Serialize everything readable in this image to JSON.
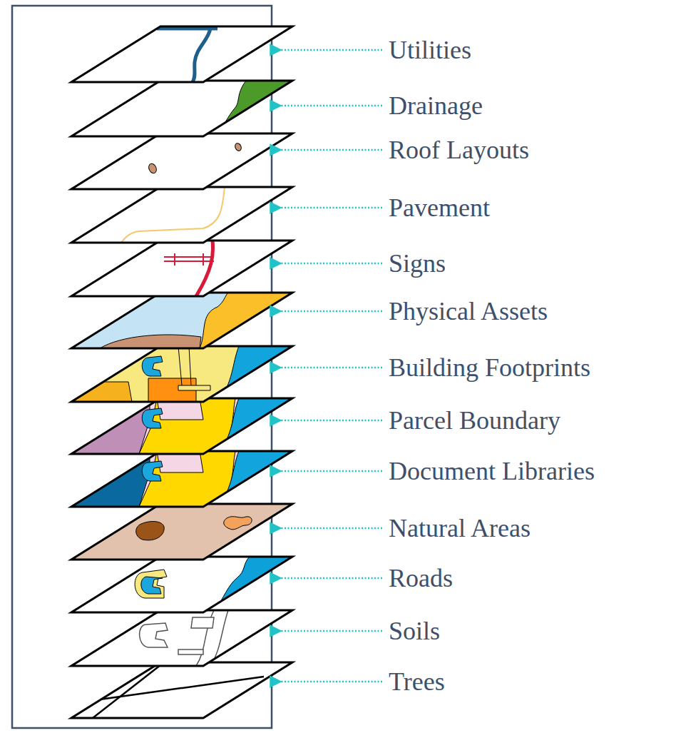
{
  "diagram": {
    "labels": [
      "Utilities",
      "Drainage",
      "Roof Layouts",
      "Pavement",
      "Signs",
      "Physical Assets",
      "Building Footprints",
      "Parcel Boundary",
      "Document Libraries",
      "Natural Areas",
      "Roads",
      "Soils",
      "Trees"
    ]
  }
}
